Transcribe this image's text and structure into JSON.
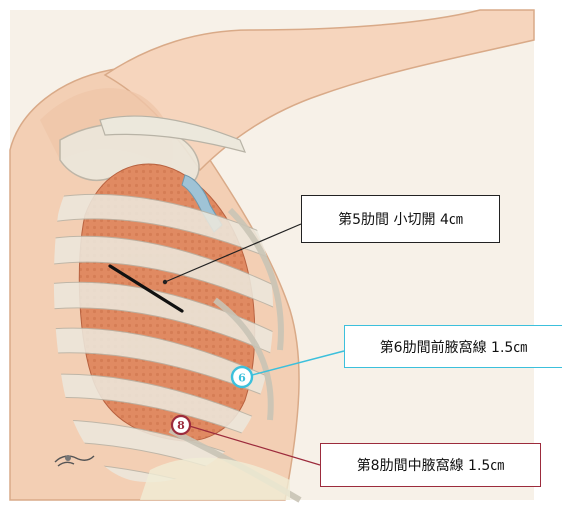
{
  "labels": {
    "incision5": "第5肋間  小切開  4㎝",
    "port6": "第6肋間前腋窩線  1.5㎝",
    "port8": "第8肋間中腋窩線  1.5㎝"
  },
  "badges": {
    "port6": "6",
    "port8": "8"
  },
  "colors": {
    "incision5_line": "#222222",
    "port6_line": "#3cc0dc",
    "port8_line": "#9c2b3c",
    "lung": "#e08a62",
    "bone": "#ece8dc",
    "skin": "#f3cfb4",
    "background": "#f7f1e8"
  }
}
